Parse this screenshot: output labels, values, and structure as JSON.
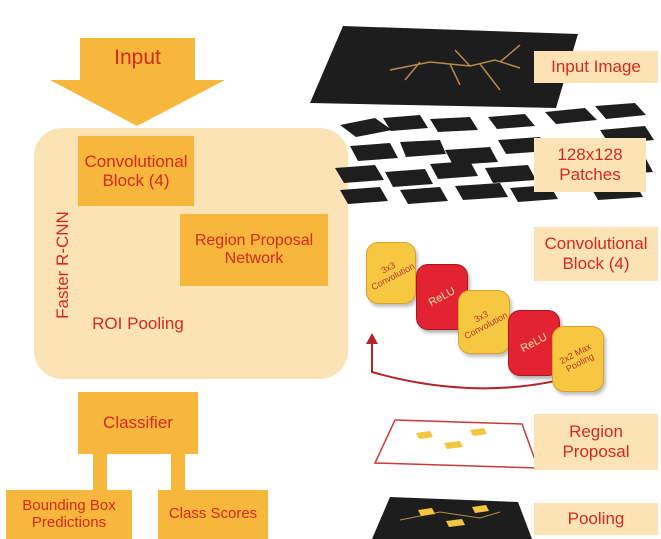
{
  "left": {
    "input": "Input",
    "faster_rcnn": "Faster R-CNN",
    "conv_block": "Convolutional Block (4)",
    "rpn": "Region Proposal Network",
    "roi_pooling": "ROI Pooling",
    "classifier": "Classifier",
    "bbox": "Bounding Box Predictions",
    "class_scores": "Class Scores"
  },
  "right": {
    "input_image": "Input Image",
    "patches": "128x128 Patches",
    "conv_block": "Convolutional Block (4)",
    "region_proposal": "Region Proposal",
    "pooling": "Pooling",
    "blocks": [
      {
        "text": "3x3 Convolution",
        "kind": "conv"
      },
      {
        "text": "ReLU",
        "kind": "relu"
      },
      {
        "text": "3x3 Convolution",
        "kind": "conv"
      },
      {
        "text": "ReLU",
        "kind": "relu"
      },
      {
        "text": "2x2 Max Pooling",
        "kind": "pool"
      }
    ]
  },
  "colors": {
    "box": "#f6b73c",
    "panel": "#fbe3b6",
    "text": "#d42a1f",
    "relu": "#e32332",
    "conv": "#f6c842"
  }
}
